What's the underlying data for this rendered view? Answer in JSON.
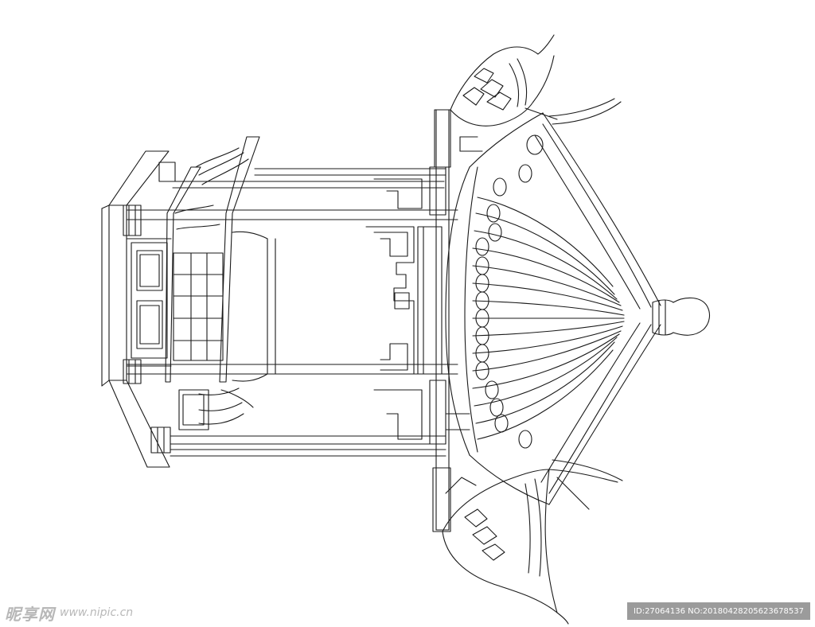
{
  "drawing": {
    "subject": "pavilion-elevation",
    "line_color": "#1a1a1a",
    "background": "#ffffff"
  },
  "watermark": {
    "logo": "昵享网",
    "url": "www.nipic.cn",
    "id_text": "ID:27064136 NO:20180428205623678537",
    "color": "#b8b8b8",
    "badge_color": "#8a8a8a"
  }
}
